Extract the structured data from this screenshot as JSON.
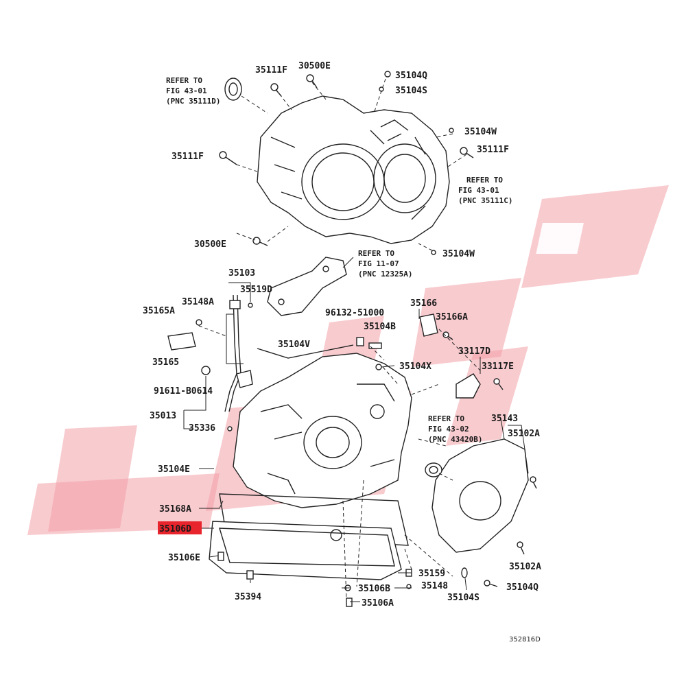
{
  "labels": {
    "p35111F_top": "35111F",
    "p30500E_top": "30500E",
    "p35104Q_top": "35104Q",
    "p35104S_top": "35104S",
    "p35104W_top": "35104W",
    "p35111F_right": "35111F",
    "p35111F_left": "35111F",
    "p30500E_left": "30500E",
    "p35104W_mid": "35104W",
    "p35103": "35103",
    "p35519D": "35519D",
    "p35148A": "35148A",
    "p35165A": "35165A",
    "p35165": "35165",
    "p91611": "91611-B0614",
    "p35013": "35013",
    "p35336": "35336",
    "p35104E": "35104E",
    "p35168A": "35168A",
    "p35106D": "35106D",
    "p35106E": "35106E",
    "p35394": "35394",
    "p35104V": "35104V",
    "p96132": "96132-51000",
    "p35104B": "35104B",
    "p35104X": "35104X",
    "p35166": "35166",
    "p35166A": "35166A",
    "p33117D": "33117D",
    "p33117E": "33117E",
    "p35143": "35143",
    "p35102A_right": "35102A",
    "p35102A_bottom": "35102A",
    "p35104Q_bottom": "35104Q",
    "p35159": "35159",
    "p35148": "35148",
    "p35104S_bottom": "35104S",
    "p35106B": "35106B",
    "p35106A": "35106A"
  },
  "references": {
    "ref1": [
      "REFER TO",
      "FIG 43-01",
      "(PNC 35111D)"
    ],
    "ref2": [
      "REFER TO",
      "FIG 43-01",
      "(PNC 35111C)"
    ],
    "ref3": [
      "REFER TO",
      "FIG 11-07",
      "(PNC 12325A)"
    ],
    "ref4": [
      "REFER TO",
      "FIG 43-02",
      "(PNC 43420B)"
    ]
  },
  "highlighted_part": "35106D",
  "diagram_code": "352816D",
  "colors": {
    "highlight": "#e8242c",
    "watermark": "#f2a0a8",
    "ink": "#1a1a1a"
  }
}
